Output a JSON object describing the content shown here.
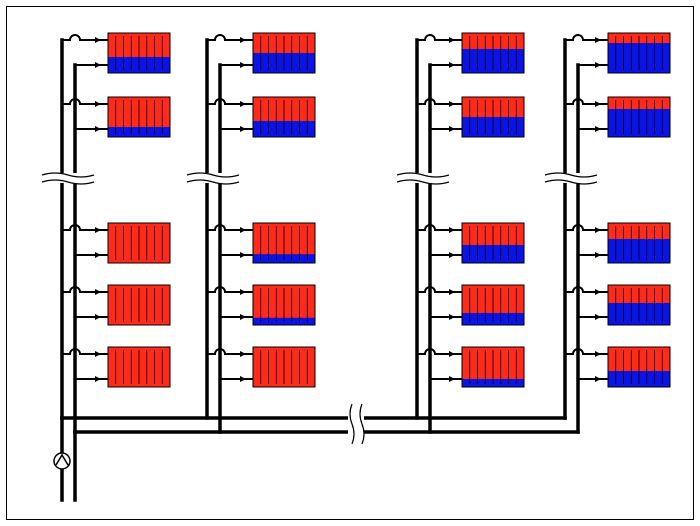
{
  "colors": {
    "hot": "#ff2a1a",
    "cold": "#0a14e6",
    "pipe": "#000000",
    "border": "#000000",
    "background": "#ffffff"
  },
  "radiators": [
    {
      "riser": 1,
      "row": 1,
      "hot_fraction": 0.6
    },
    {
      "riser": 1,
      "row": 2,
      "hot_fraction": 0.75
    },
    {
      "riser": 1,
      "row": 3,
      "hot_fraction": 1.0
    },
    {
      "riser": 1,
      "row": 4,
      "hot_fraction": 1.0
    },
    {
      "riser": 1,
      "row": 5,
      "hot_fraction": 1.0
    },
    {
      "riser": 2,
      "row": 1,
      "hot_fraction": 0.5
    },
    {
      "riser": 2,
      "row": 2,
      "hot_fraction": 0.6
    },
    {
      "riser": 2,
      "row": 3,
      "hot_fraction": 0.78
    },
    {
      "riser": 2,
      "row": 4,
      "hot_fraction": 0.82
    },
    {
      "riser": 2,
      "row": 5,
      "hot_fraction": 1.0
    },
    {
      "riser": 3,
      "row": 1,
      "hot_fraction": 0.4
    },
    {
      "riser": 3,
      "row": 2,
      "hot_fraction": 0.5
    },
    {
      "riser": 3,
      "row": 3,
      "hot_fraction": 0.55
    },
    {
      "riser": 3,
      "row": 4,
      "hot_fraction": 0.7
    },
    {
      "riser": 3,
      "row": 5,
      "hot_fraction": 0.8
    },
    {
      "riser": 4,
      "row": 1,
      "hot_fraction": 0.25
    },
    {
      "riser": 4,
      "row": 2,
      "hot_fraction": 0.3
    },
    {
      "riser": 4,
      "row": 3,
      "hot_fraction": 0.4
    },
    {
      "riser": 4,
      "row": 4,
      "hot_fraction": 0.45
    },
    {
      "riser": 4,
      "row": 5,
      "hot_fraction": 0.6
    }
  ],
  "icons": {
    "pump": "circulation-pump-icon",
    "valve": "valve-icon",
    "break": "pipe-break-icon"
  }
}
